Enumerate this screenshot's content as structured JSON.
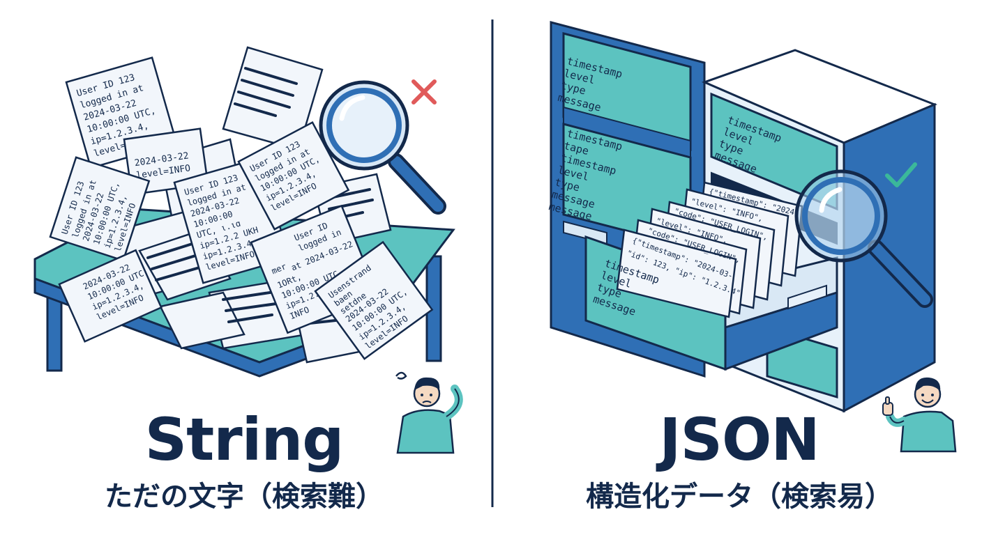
{
  "left_panel": {
    "title": "String",
    "subtitle": "ただの文字（検索難）",
    "notes": {
      "note_a": [
        "User ID 123",
        "logged in at",
        "2024-03-22",
        "10:00:00 UTC,",
        "ip=1.2.3.4,",
        "level=INFO"
      ],
      "note_b": [
        "2024-03-22",
        "level=INFO"
      ],
      "note_c": [
        "User ID 123",
        "logged in at",
        "2024-03-22",
        "10:00:00 UTC,",
        "ip=1.2.3.4,",
        "level=INFO"
      ],
      "note_d": [
        "User ID 123",
        "logged in at",
        "2024-03-22",
        "10:00:00",
        "UTC, ι.ιɑ",
        "ip=1.2.2 UKH",
        "ip=1.2.3.4, ιo,",
        "level=INFO"
      ],
      "note_e": [
        "User ID 123",
        "logged in at",
        "10:00:00 UTC,",
        "ip=1.2.3.4,",
        "level=INFO"
      ],
      "note_f": [
        "User ID",
        "logged in",
        "mer",
        "at 2024-03-22",
        "1ORt,",
        "10:00:00 UTC,",
        "ip=1.2.3.4, level=",
        "INFO"
      ],
      "note_g": [
        "2024-03-22",
        "10:00:00 UTC,",
        "ip=1.2.3.4,",
        "level=INFO"
      ],
      "note_h": [
        "Usenstrand",
        "baen",
        "setdne",
        "2024-03-22",
        "10:00:00 UTC,",
        "ip=1.2.3.4,",
        "level=INFO"
      ]
    },
    "status_icon": "cross-icon",
    "status_color": "#e05a5a",
    "person_icon": "confused-person-icon"
  },
  "right_panel": {
    "title": "JSON",
    "subtitle": "構造化データ（検索易）",
    "cabinet_left_top": [
      "timestamp",
      "level",
      "type",
      "message"
    ],
    "cabinet_left_mid": [
      "timestamp",
      "tape",
      "timestamp",
      "level",
      "type",
      "message",
      "message"
    ],
    "cabinet_right_top": [
      "timestamp",
      "level",
      "type",
      "message"
    ],
    "drawer_label": [
      "timestamp",
      "level",
      "type",
      "message"
    ],
    "cards": [
      "{\"timestamp\": \"2024",
      "\"level\": \"INFO\",",
      "\"code\": \"USER_LOGIN\",",
      "\"level\": \"INFO\",",
      "\"code\": \"USER_LOGIN\",",
      "{\"timestamp\": \"2024-03-",
      "\"id\": 123, \"ip\": \"1.2.3.4\""
    ],
    "status_icon": "check-icon",
    "status_color": "#3bb89a",
    "person_icon": "thumbs-up-person-icon"
  },
  "colors": {
    "navy": "#13294b",
    "blue": "#2f6fb5",
    "teal": "#5cc3c0",
    "paper": "#f2f6fb"
  }
}
